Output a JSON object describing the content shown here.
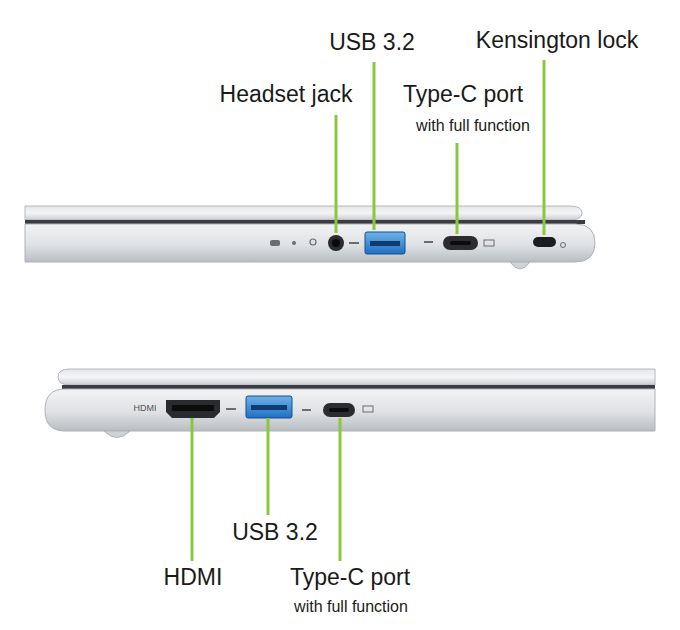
{
  "diagram": {
    "labels": [
      "USB 3.2",
      "Kensington lock",
      "Headset jack",
      "Type-C port",
      "with full function",
      "HDMI",
      "USB 3.2",
      "HDMI",
      "Type-C port",
      "with full function"
    ]
  }
}
